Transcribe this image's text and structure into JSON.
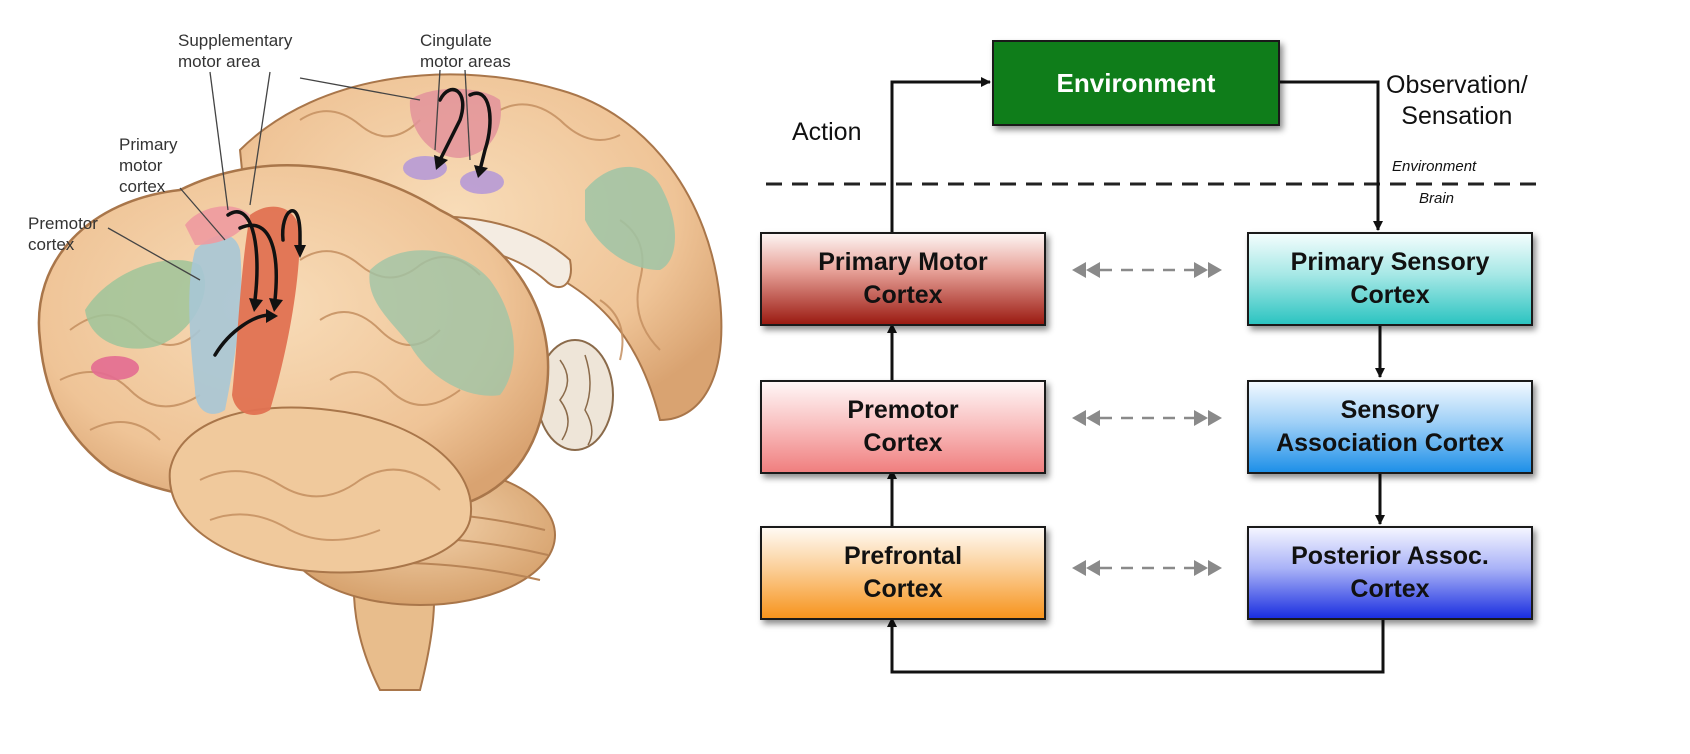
{
  "brain_figure": {
    "labels": {
      "supplementary_motor_area": "Supplementary\nmotor area",
      "cingulate_motor_areas": "Cingulate\nmotor areas",
      "primary_motor_cortex": "Primary\nmotor\ncortex",
      "premotor_cortex": "Premotor\ncortex"
    }
  },
  "flow_diagram": {
    "environment": "Environment",
    "action_label": "Action",
    "observation_label": "Observation/\nSensation",
    "divider_upper": "Environment",
    "divider_lower": "Brain",
    "motor_side": [
      {
        "label": "Primary Motor\nCortex"
      },
      {
        "label": "Premotor\nCortex"
      },
      {
        "label": "Prefrontal\nCortex"
      }
    ],
    "sensory_side": [
      {
        "label": "Primary Sensory\nCortex"
      },
      {
        "label": "Sensory\nAssociation Cortex"
      },
      {
        "label": "Posterior Assoc.\nCortex"
      }
    ],
    "colors": {
      "environment": "#0f7d1a",
      "primary_motor": "#9b1b12",
      "premotor": "#f07f7f",
      "prefrontal": "#f7941d",
      "primary_sensory": "#2cc4c1",
      "sensory_association": "#1e90e8",
      "posterior_association": "#1a2ee0"
    }
  }
}
